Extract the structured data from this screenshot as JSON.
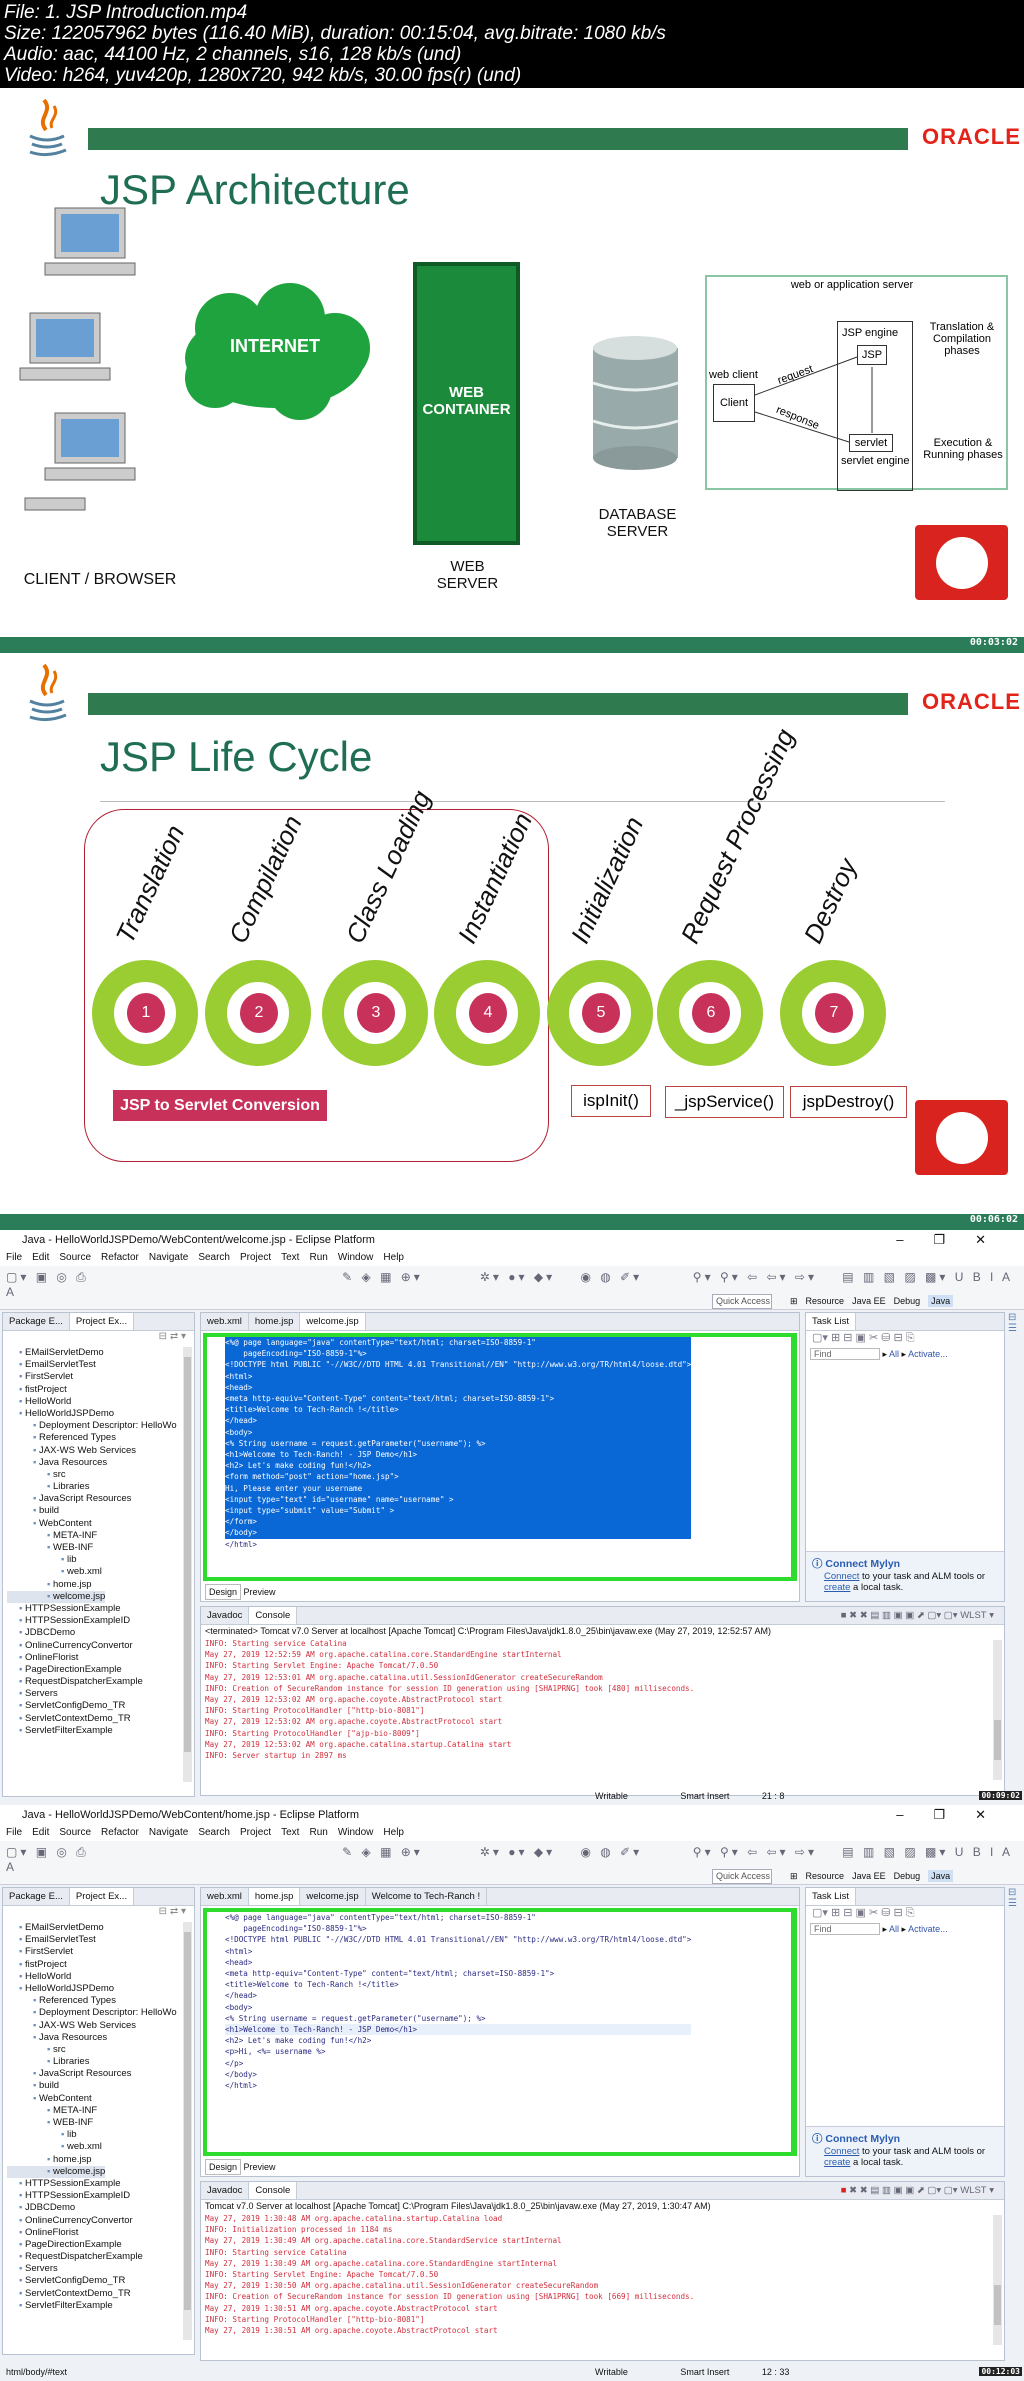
{
  "file_info": {
    "line1": "File: 1. JSP Introduction.mp4",
    "line2": "Size: 122057962 bytes (116.40 MiB), duration: 00:15:04, avg.bitrate: 1080 kb/s",
    "line3": "Audio: aac, 44100 Hz, 2 channels, s16, 128 kb/s (und)",
    "line4": "Video: h264, yuv420p, 1280x720, 942 kb/s, 30.00 fps(r) (und)"
  },
  "slide1": {
    "brand": "ORACLE",
    "title": "JSP Architecture",
    "internet": "INTERNET",
    "client_label": "CLIENT / BROWSER",
    "web_container": "WEB CONTAINER",
    "web_server": "WEB SERVER",
    "database": "DATABASE SERVER",
    "diagram": {
      "server": "web or application server",
      "jsp_engine": "JSP engine",
      "jsp": "JSP",
      "web_client": "web client",
      "client": "Client",
      "request": "request",
      "response": "response",
      "servlet": "servlet",
      "servlet_engine": "servlet engine",
      "translation": "Translation & Compilation phases",
      "execution": "Execution & Running phases"
    },
    "timestamp": "00:03:02",
    "colors": {
      "green": "#2f7a4f",
      "title": "#1f6e54"
    }
  },
  "slide2": {
    "brand": "ORACLE",
    "title": "JSP Life Cycle",
    "steps": [
      {
        "n": "1",
        "label": "Translation"
      },
      {
        "n": "2",
        "label": "Compilation"
      },
      {
        "n": "3",
        "label": "Class Loading"
      },
      {
        "n": "4",
        "label": "Instantiation"
      },
      {
        "n": "5",
        "label": "Initialization"
      },
      {
        "n": "6",
        "label": "Request Processing"
      },
      {
        "n": "7",
        "label": "Destroy"
      }
    ],
    "conversion": "JSP to Servlet Conversion",
    "methods": [
      "ispInit()",
      "_jspService()",
      "jspDestroy()"
    ],
    "timestamp": "00:06:02",
    "colors": {
      "ring": "#9acd32",
      "dot": "#c8325a"
    }
  },
  "eclipse1": {
    "title": "Java - HelloWorldJSPDemo/WebContent/welcome.jsp - Eclipse Platform",
    "menu": [
      "File",
      "Edit",
      "Source",
      "Refactor",
      "Navigate",
      "Search",
      "Project",
      "Text",
      "Run",
      "Window",
      "Help"
    ],
    "quick_access": "Quick Access",
    "perspectives": [
      "Resource",
      "Java EE",
      "Debug",
      "Java"
    ],
    "left_tabs": [
      "Package E...",
      "Project Ex..."
    ],
    "tree": [
      "EMailServletDemo",
      "EmailServletTest",
      "FirstServlet",
      "fistProject",
      "HelloWorld",
      "HelloWorldJSPDemo",
      "Deployment Descriptor: HelloWo",
      "Referenced Types",
      "JAX-WS Web Services",
      "Java Resources",
      "src",
      "Libraries",
      "JavaScript Resources",
      "build",
      "WebContent",
      "META-INF",
      "WEB-INF",
      "lib",
      "web.xml",
      "home.jsp",
      "welcome.jsp",
      "HTTPSessionExample",
      "HTTPSessionExampleID",
      "JDBCDemo",
      "OnlineCurrencyConvertor",
      "OnlineFlorist",
      "PageDirectionExample",
      "RequestDispatcherExample",
      "Servers",
      "ServletConfigDemo_TR",
      "ServletContextDemo_TR",
      "ServletFilterExample"
    ],
    "editor_tabs": [
      "web.xml",
      "home.jsp",
      "welcome.jsp"
    ],
    "code": [
      "<%@ page language=\"java\" contentType=\"text/html; charset=ISO-8859-1\"",
      "    pageEncoding=\"ISO-8859-1\"%>",
      "<!DOCTYPE html PUBLIC \"-//W3C//DTD HTML 4.01 Transitional//EN\" \"http://www.w3.org/TR/html4/loose.dtd\">",
      "<html>",
      "<head>",
      "<meta http-equiv=\"Content-Type\" content=\"text/html; charset=ISO-8859-1\">",
      "<title>Welcome to Tech-Ranch !</title>",
      "</head>",
      "<body>",
      "<% String username = request.getParameter(\"username\"); %>",
      "<h1>Welcome to Tech-Ranch! - JSP Demo</h1>",
      "<h2> Let's make coding fun!</h2>",
      "<form method=\"post\" action=\"home.jsp\">",
      "Hi, Please enter your username",
      "<input type=\"text\" id=\"username\" name=\"username\" >",
      "",
      "<input type=\"submit\" value=\"Submit\" >",
      "",
      "</form>",
      "",
      "</body>",
      "</html>"
    ],
    "design_tabs": [
      "Design",
      "Preview"
    ],
    "task_list": {
      "tab": "Task List",
      "find": "Find",
      "all": "All",
      "activate": "Activate...",
      "mylyn_title": "Connect Mylyn",
      "connect": "Connect",
      "mylyn_text1": " to your task and ALM tools or",
      "create": "create",
      "mylyn_text2": " a local task."
    },
    "console_tabs": [
      "Javadoc",
      "Console"
    ],
    "wlst": "WLST",
    "console_header": "<terminated> Tomcat v7.0 Server at localhost [Apache Tomcat] C:\\Program Files\\Java\\jdk1.8.0_25\\bin\\javaw.exe (May 27, 2019, 12:52:57 AM)",
    "console": [
      "INFO: Starting service Catalina",
      "May 27, 2019 12:52:59 AM org.apache.catalina.core.StandardEngine startInternal",
      "INFO: Starting Servlet Engine: Apache Tomcat/7.0.50",
      "May 27, 2019 12:53:01 AM org.apache.catalina.util.SessionIdGenerator createSecureRandom",
      "INFO: Creation of SecureRandom instance for session ID generation using [SHA1PRNG] took [480] milliseconds.",
      "May 27, 2019 12:53:02 AM org.apache.coyote.AbstractProtocol start",
      "INFO: Starting ProtocolHandler [\"http-bio-8081\"]",
      "May 27, 2019 12:53:02 AM org.apache.coyote.AbstractProtocol start",
      "INFO: Starting ProtocolHandler [\"ajp-bio-8009\"]",
      "May 27, 2019 12:53:02 AM org.apache.catalina.startup.Catalina start",
      "INFO: Server startup in 2897 ms"
    ],
    "status": {
      "writable": "Writable",
      "insert": "Smart Insert",
      "position": "21 : 8"
    },
    "timestamp": "00:09:02"
  },
  "eclipse2": {
    "title": "Java - HelloWorldJSPDemo/WebContent/home.jsp - Eclipse Platform",
    "menu": [
      "File",
      "Edit",
      "Source",
      "Refactor",
      "Navigate",
      "Search",
      "Project",
      "Text",
      "Run",
      "Window",
      "Help"
    ],
    "quick_access": "Quick Access",
    "perspectives": [
      "Resource",
      "Java EE",
      "Debug",
      "Java"
    ],
    "left_tabs": [
      "Package E...",
      "Project Ex..."
    ],
    "tree": [
      "EMailServletDemo",
      "EmailServletTest",
      "FirstServlet",
      "fistProject",
      "HelloWorld",
      "HelloWorldJSPDemo",
      "Referenced Types",
      "Deployment Descriptor: HelloWo",
      "JAX-WS Web Services",
      "Java Resources",
      "src",
      "Libraries",
      "JavaScript Resources",
      "build",
      "WebContent",
      "META-INF",
      "WEB-INF",
      "lib",
      "web.xml",
      "home.jsp",
      "welcome.jsp",
      "HTTPSessionExample",
      "HTTPSessionExampleID",
      "JDBCDemo",
      "OnlineCurrencyConvertor",
      "OnlineFlorist",
      "PageDirectionExample",
      "RequestDispatcherExample",
      "Servers",
      "ServletConfigDemo_TR",
      "ServletContextDemo_TR",
      "ServletFilterExample"
    ],
    "editor_tabs": [
      "web.xml",
      "home.jsp",
      "welcome.jsp",
      "Welcome to Tech-Ranch !"
    ],
    "code": [
      "<%@ page language=\"java\" contentType=\"text/html; charset=ISO-8859-1\"",
      "    pageEncoding=\"ISO-8859-1\"%>",
      "<!DOCTYPE html PUBLIC \"-//W3C//DTD HTML 4.01 Transitional//EN\" \"http://www.w3.org/TR/html4/loose.dtd\">",
      "<html>",
      "<head>",
      "<meta http-equiv=\"Content-Type\" content=\"text/html; charset=ISO-8859-1\">",
      "<title>Welcome to Tech-Ranch !</title>",
      "</head>",
      "<body>",
      "<% String username = request.getParameter(\"username\"); %>",
      "<h1>Welcome to Tech-Ranch! - JSP Demo</h1>",
      "<h2> Let's make coding fun!</h2>",
      "<p>Hi, <%= username %>",
      "</p>",
      "",
      "</body>",
      "</html>"
    ],
    "design_tabs": [
      "Design",
      "Preview"
    ],
    "task_list": {
      "tab": "Task List",
      "find": "Find",
      "all": "All",
      "activate": "Activate...",
      "mylyn_title": "Connect Mylyn",
      "connect": "Connect",
      "mylyn_text1": " to your task and ALM tools or",
      "create": "create",
      "mylyn_text2": " a local task."
    },
    "console_tabs": [
      "Javadoc",
      "Console"
    ],
    "wlst": "WLST",
    "console_header": "Tomcat v7.0 Server at localhost [Apache Tomcat] C:\\Program Files\\Java\\jdk1.8.0_25\\bin\\javaw.exe (May 27, 2019, 1:30:47 AM)",
    "console": [
      "May 27, 2019 1:30:48 AM org.apache.catalina.startup.Catalina load",
      "INFO: Initialization processed in 1184 ms",
      "May 27, 2019 1:30:49 AM org.apache.catalina.core.StandardService startInternal",
      "INFO: Starting service Catalina",
      "May 27, 2019 1:30:49 AM org.apache.catalina.core.StandardEngine startInternal",
      "INFO: Starting Servlet Engine: Apache Tomcat/7.0.50",
      "May 27, 2019 1:30:50 AM org.apache.catalina.util.SessionIdGenerator createSecureRandom",
      "INFO: Creation of SecureRandom instance for session ID generation using [SHA1PRNG] took [669] milliseconds.",
      "May 27, 2019 1:30:51 AM org.apache.coyote.AbstractProtocol start",
      "INFO: Starting ProtocolHandler [\"http-bio-8081\"]",
      "May 27, 2019 1:30:51 AM org.apache.coyote.AbstractProtocol start"
    ],
    "breadcrumb": "html/body/#text",
    "status": {
      "writable": "Writable",
      "insert": "Smart Insert",
      "position": "12 : 33"
    },
    "timestamp": "00:12:03"
  }
}
